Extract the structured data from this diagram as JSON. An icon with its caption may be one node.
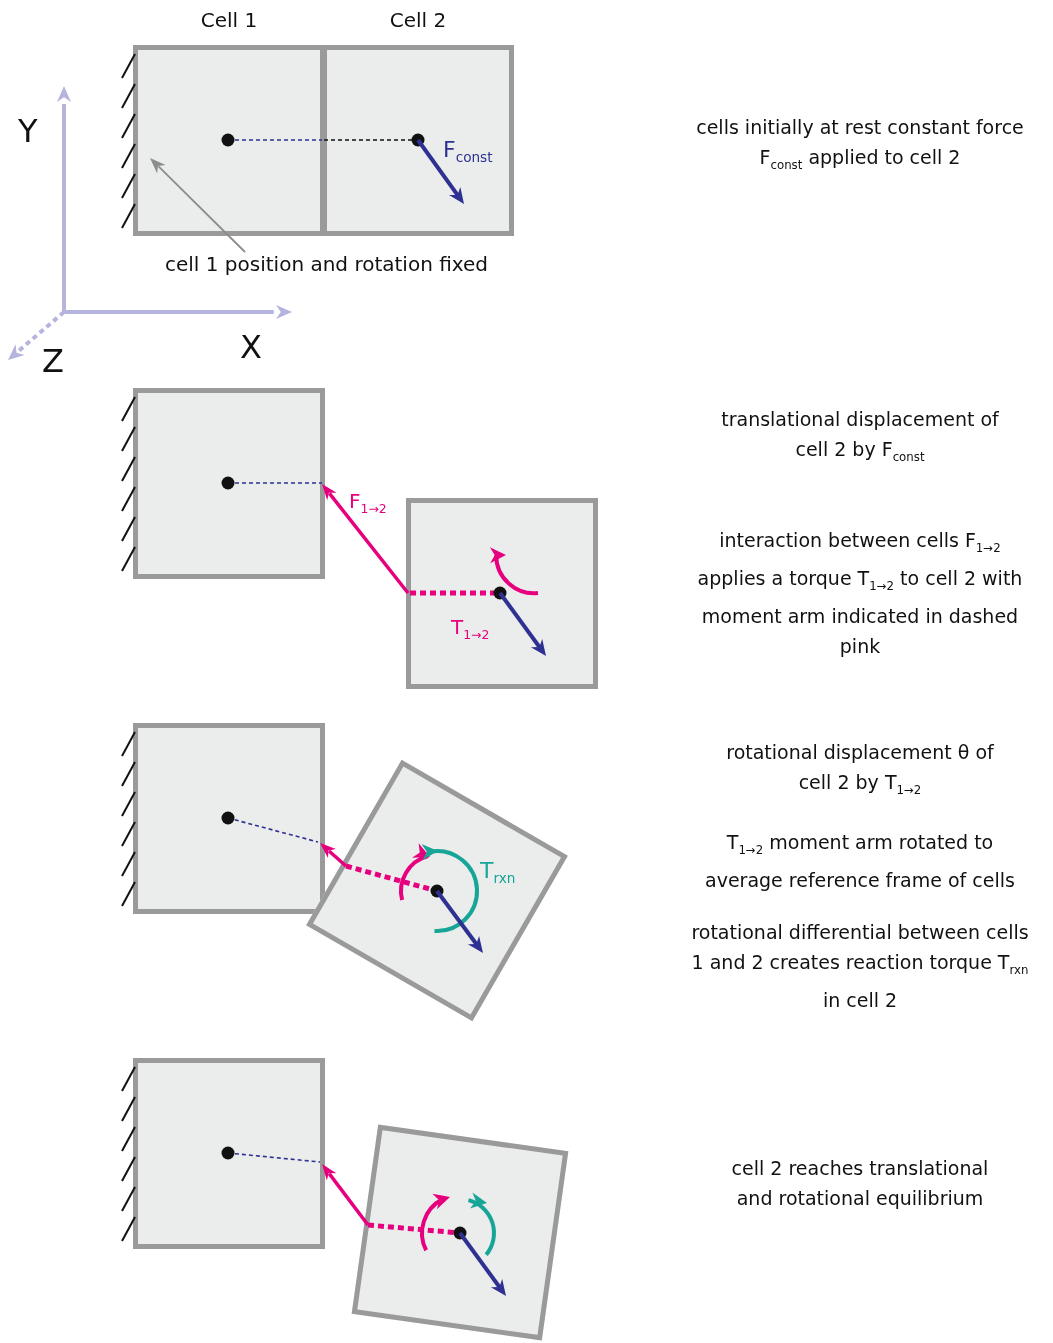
{
  "diagram": {
    "nodes": [
      {
        "text": [
          "Cell 1"
        ]
      },
      {
        "text": [
          "Cell 2"
        ]
      },
      {
        "text": [
          "cell 1 position and rotation fixed"
        ]
      },
      {
        "text": [],
        "shape": "box"
      },
      {
        "text": [],
        "shape": "box"
      },
      {
        "text": [],
        "shape": "box"
      },
      {
        "text": [],
        "shape": "box"
      },
      {
        "text": [],
        "shape": "box"
      },
      {
        "text": [],
        "shape": "box"
      }
    ],
    "edges": [
      {
        "from": 2,
        "to": 0,
        "arrow": "to",
        "color": "#8c8c8c"
      },
      {
        "from": 4,
        "to": 3,
        "arrow": "to",
        "label": "F$_{1→2}$"
      },
      {
        "from": 6,
        "to": 5,
        "arrow": "to"
      },
      {
        "from": 8,
        "to": 7,
        "arrow": "to"
      }
    ],
    "labels": [
      "Y",
      "F$_{const}$",
      "cells initially at rest constant force F$_{const}$ applied to cell 2",
      "X",
      "Z",
      "translational displacement of cell 2 by F$_{const}$",
      "interaction between cells F$_{1→2}$ applies a torque T$_{1→2}$ to cell 2 with moment arm indicated in dashed pink",
      "T$_{1→2}$",
      "rotational displacement θ of cell 2 by T$_{1→2}$",
      "T$_{1→2}$ moment arm rotated to average reference frame of cells",
      "T$_{rxn}$",
      "rotational differential between cells 1 and 2 creates reaction torque T$_{rxn}$ in cell 2",
      "cell 2 reaches translational and rotational equilibrium"
    ]
  }
}
